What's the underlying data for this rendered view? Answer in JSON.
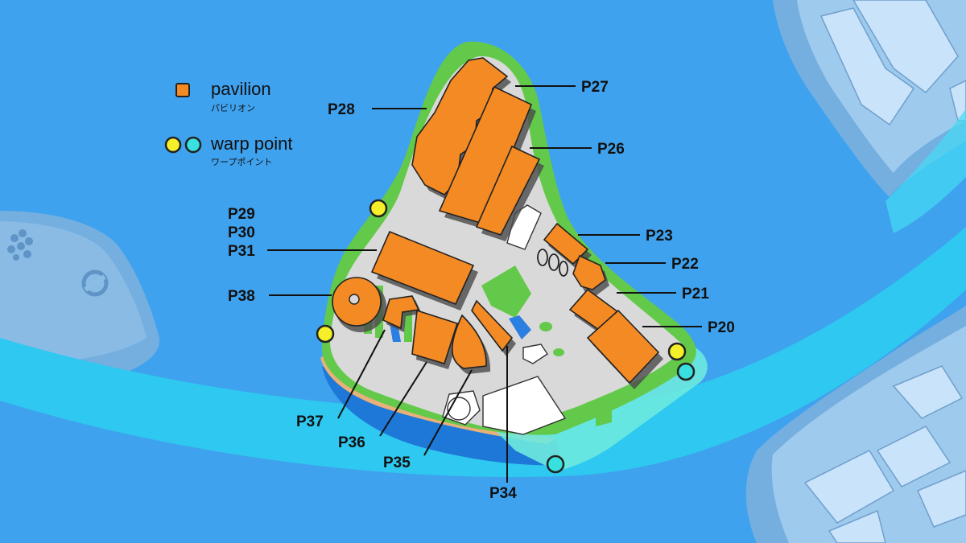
{
  "legend": {
    "pavilion": {
      "label": "pavilion",
      "sublabel": "パビリオン",
      "color": "#f38a24"
    },
    "warp_point": {
      "label": "warp point",
      "sublabel": "ワープポイント",
      "colors": [
        "#f4ef28",
        "#38e0df"
      ]
    }
  },
  "labels": {
    "p20": "P20",
    "p21": "P21",
    "p22": "P22",
    "p23": "P23",
    "p26": "P26",
    "p27": "P27",
    "p28": "P28",
    "p29": "P29",
    "p30": "P30",
    "p31": "P31",
    "p34": "P34",
    "p35": "P35",
    "p36": "P36",
    "p37": "P37",
    "p38": "P38"
  },
  "colors": {
    "water": "#3fa2ee",
    "river": "#2ec8f0",
    "grass": "#63c94a",
    "path": "#d9d9d9",
    "land_far": "#7fb6e3"
  }
}
